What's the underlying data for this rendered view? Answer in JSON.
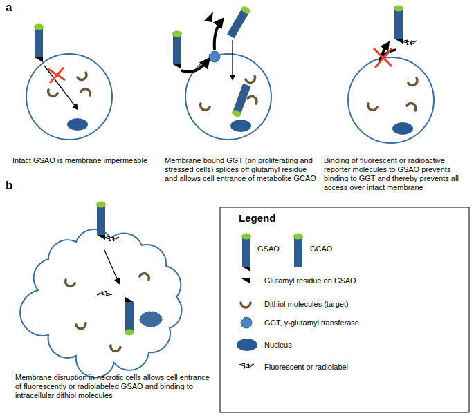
{
  "diagram": {
    "labels": [
      "a",
      "Intact GSAO is membrane impermeable",
      "Membrane bound GGT (on proliferating and stressed cells) splices off glutamyl residue and allows cell entrance of metabolite GCAO",
      "Binding of fluorescent or radioactive reporter molecules to GSAO prevents binding to GGT and thereby prevents all access over intact membrane",
      "b",
      "Membrane disruption in necrotic cells allows cell entrance of fluorescently or radiolabeled GSAO and binding to intracellular dithiol molecules",
      "Legend"
    ],
    "legend": [
      {
        "text": "GSAO"
      },
      {
        "text": "GCAO"
      },
      {
        "text": "Glutamyl residue on GSAO"
      },
      {
        "text": "Dithiol molecules (target)"
      },
      {
        "text": "GGT, γ-glutamyl transferase"
      },
      {
        "text": "Nucleus"
      },
      {
        "text": "Fluorescent or radiolabel"
      }
    ]
  }
}
